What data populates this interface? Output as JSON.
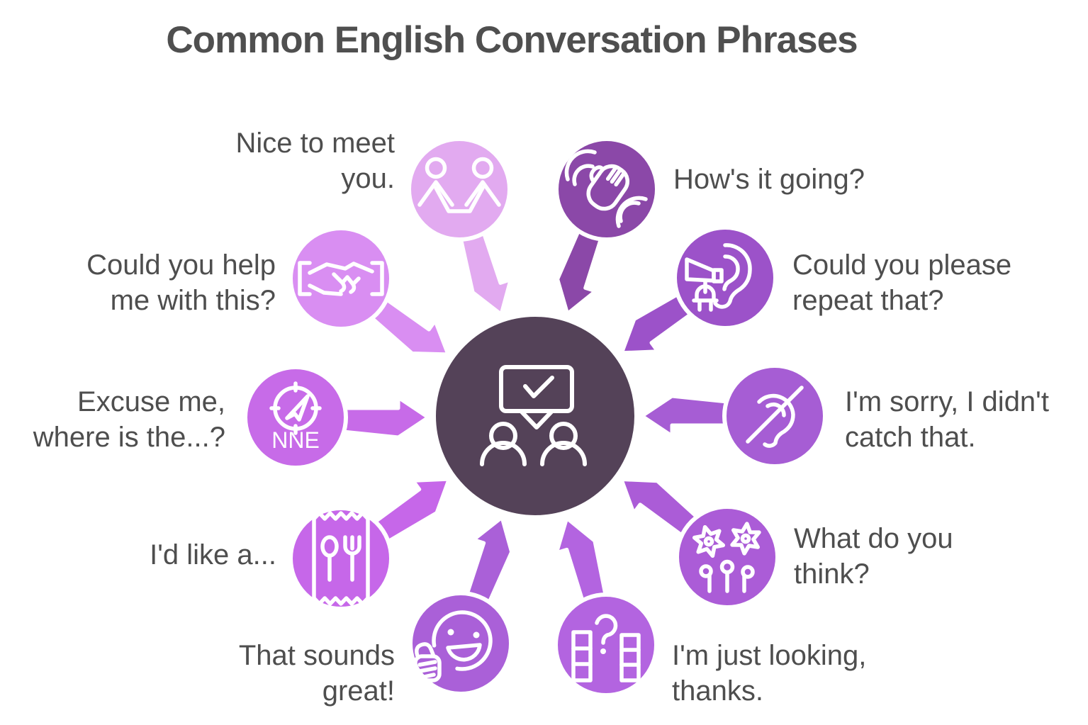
{
  "title": "Common English Conversation Phrases",
  "hub": {
    "color": "#544258",
    "icon": "conversation-check-icon"
  },
  "text_color": "#4e4e4e",
  "outline_color": "#ffffff",
  "phrases": [
    {
      "id": "nice-to-meet",
      "label": "Nice to meet\nyou.",
      "icon": "people-greeting-icon",
      "color": "#e2aaf0"
    },
    {
      "id": "hows-it-going",
      "label": "How's it going?",
      "icon": "waving-hand-icon",
      "color": "#8b48a8"
    },
    {
      "id": "could-you-help",
      "label": "Could you help\nme with this?",
      "icon": "handshake-icon",
      "color": "#d98ef2"
    },
    {
      "id": "repeat-that",
      "label": "Could you please\nrepeat that?",
      "icon": "ear-trumpet-icon",
      "color": "#9c52c9"
    },
    {
      "id": "excuse-me",
      "label": "Excuse me,\nwhere is the...?",
      "icon": "compass-icon",
      "color": "#c76be8",
      "compass_text": "NNE"
    },
    {
      "id": "didnt-catch",
      "label": "I'm sorry, I didn't\ncatch that.",
      "icon": "ear-slash-icon",
      "color": "#a65dd4"
    },
    {
      "id": "id-like",
      "label": "I'd like a...",
      "icon": "menu-receipt-icon",
      "color": "#c667e9"
    },
    {
      "id": "what-think",
      "label": "What do you\nthink?",
      "icon": "flowers-icon",
      "color": "#ab5cd7"
    },
    {
      "id": "sounds-great",
      "label": "That sounds\ngreat!",
      "icon": "smiley-thumbs-up-icon",
      "color": "#aa60d8"
    },
    {
      "id": "just-looking",
      "label": "I'm just looking,\nthanks.",
      "icon": "shelves-question-icon",
      "color": "#b364e0"
    }
  ]
}
